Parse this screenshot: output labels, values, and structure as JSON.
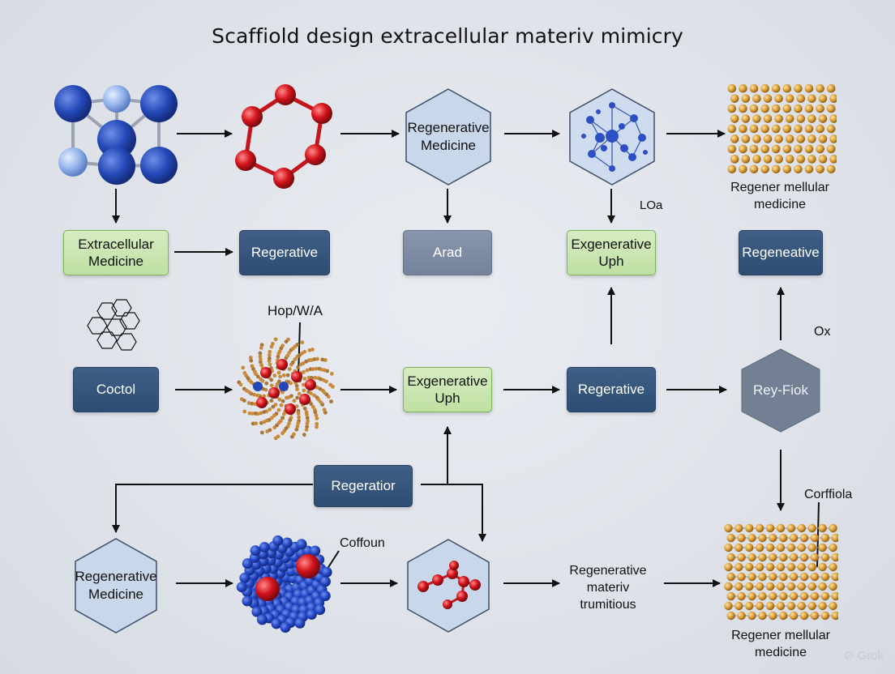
{
  "title": "Scaffiold design extracellular materiv mimicry",
  "nodes": {
    "hex_top_center": "Regenerative\nMedicine",
    "box_extracellular": "Extracellular\nMedicine",
    "box_regerative_top": "Regerative",
    "box_arad": "Arad",
    "box_exgenerative_top": "Exgenerative\nUph",
    "box_regeneative_right": "Regeneative",
    "box_coctol": "Coctol",
    "box_exgenerative_mid": "Exgenerative\nUph",
    "box_regerative_mid": "Regerative",
    "hex_rey_fiok": "Rey-Fiok",
    "box_regeratior": "Regeratior",
    "hex_bottom_left": "Regenerative\nMedicine"
  },
  "labels": {
    "top_right_caption": "Regener mellular\nmedicine",
    "loa": "LOa",
    "hop": "Hop/W/A",
    "ox": "Ox",
    "corffiola": "Corffiola",
    "coffoun": "Coffoun",
    "bottom_text": "Regenerative\nmateriv\ntrumitious",
    "bottom_right_caption": "Regener mellular\nmedicine"
  },
  "watermark": "Grok",
  "colors": {
    "navy": "#33527a",
    "green": "#c8e5ad",
    "gray_box": "#7e8ca4",
    "hex_light": "#c9d7ea",
    "hex_gray": "#737f92",
    "blue_atom": "#2346b8",
    "red_atom": "#d4141c",
    "gold_atom": "#d99b35"
  }
}
